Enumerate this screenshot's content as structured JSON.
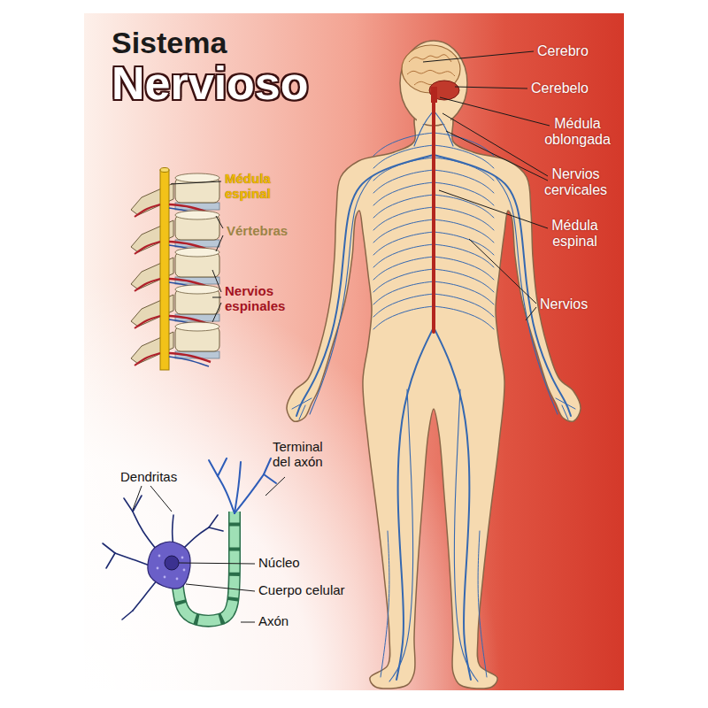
{
  "diagram": {
    "title": "Sistema Nervioso",
    "labels": [
      "Cerebro",
      "Cerebelo",
      "Médula oblongada",
      "Nervios cervicales",
      "Médula espinal",
      "Nervios",
      "Médula espinal",
      "Vértebras",
      "Nervios espinales",
      "Terminal del axón",
      "Dendritas",
      "Núcleo",
      "Cuerpo celular",
      "Axón"
    ]
  }
}
